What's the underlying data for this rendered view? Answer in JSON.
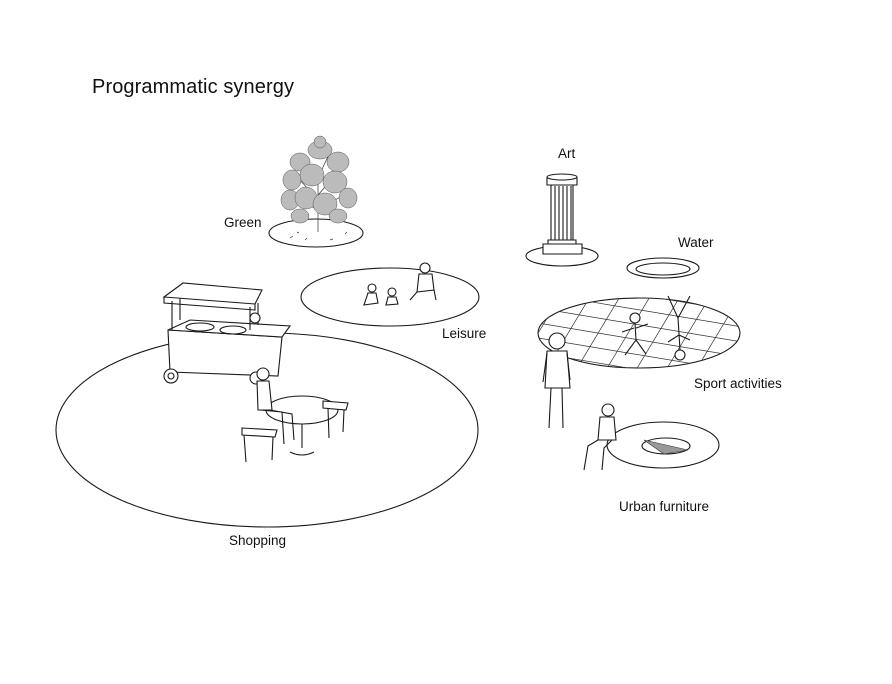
{
  "title": "Programmatic synergy",
  "labels": {
    "green": "Green",
    "art": "Art",
    "water": "Water",
    "leisure": "Leisure",
    "sport": "Sport activities",
    "urban": "Urban furniture",
    "shopping": "Shopping"
  },
  "colors": {
    "line": "#1a1a1a",
    "background": "#ffffff"
  }
}
